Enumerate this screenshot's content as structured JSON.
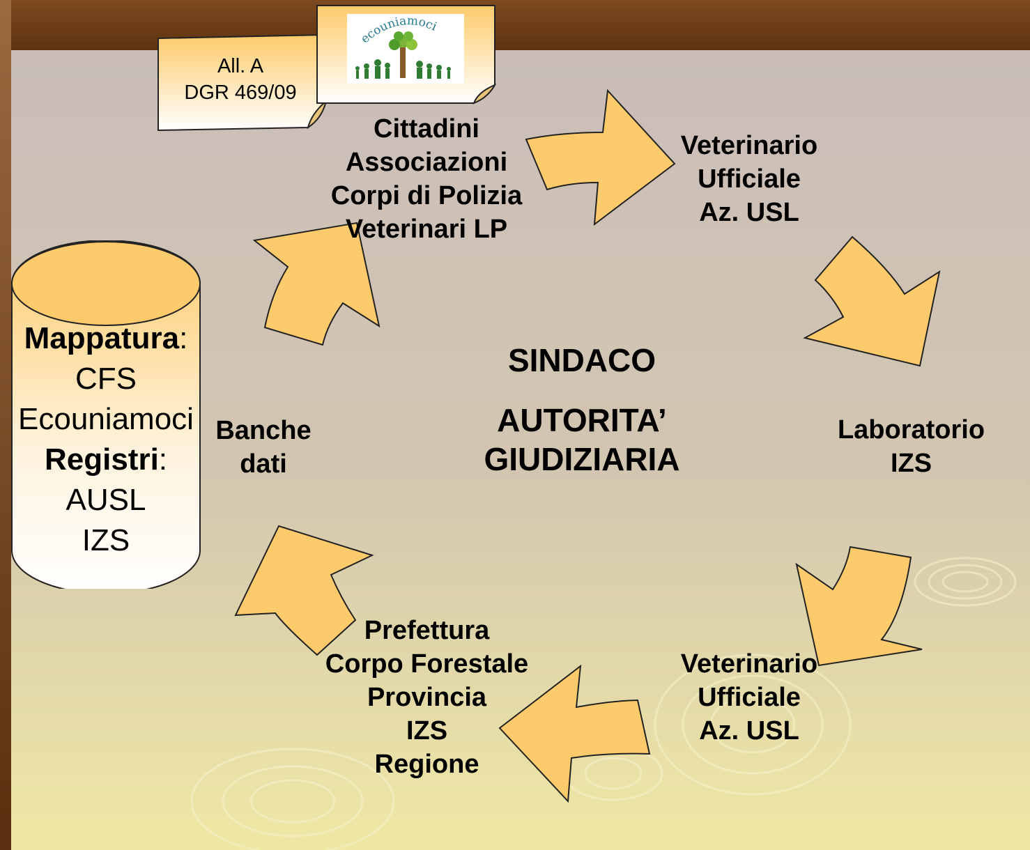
{
  "note": {
    "line1": "All. A",
    "line2": "DGR 469/09"
  },
  "logo": {
    "text": "ecouniamoci"
  },
  "nodes": {
    "top": [
      "Cittadini",
      "Associazioni",
      "Corpi di Polizia",
      "Veterinari LP"
    ],
    "vet_top": [
      "Veterinario",
      "Ufficiale",
      "Az. USL"
    ],
    "lab": [
      "Laboratorio",
      "IZS"
    ],
    "vet_bottom": [
      "Veterinario",
      "Ufficiale",
      "Az. USL"
    ],
    "bottom": [
      "Prefettura",
      "Corpo Forestale",
      "Provincia",
      "IZS",
      "Regione"
    ],
    "banche": [
      "Banche",
      "dati"
    ]
  },
  "center": {
    "line1": "SINDACO",
    "line2": "AUTORITA’",
    "line3": "GIUDIZIARIA"
  },
  "database": {
    "mappatura_label": "Mappatura",
    "colon": ":",
    "mappatura_items": [
      "CFS",
      "Ecouniamoci"
    ],
    "registri_label": "Registri",
    "registri_items": [
      "AUSL",
      "IZS"
    ]
  },
  "colors": {
    "arrow_fill": "#FDCB6B",
    "header_brown": "#6B3A17",
    "background_top": "#C8BDBA",
    "background_bottom": "#EDE6A6",
    "left_bar": "#8B5A2B"
  }
}
